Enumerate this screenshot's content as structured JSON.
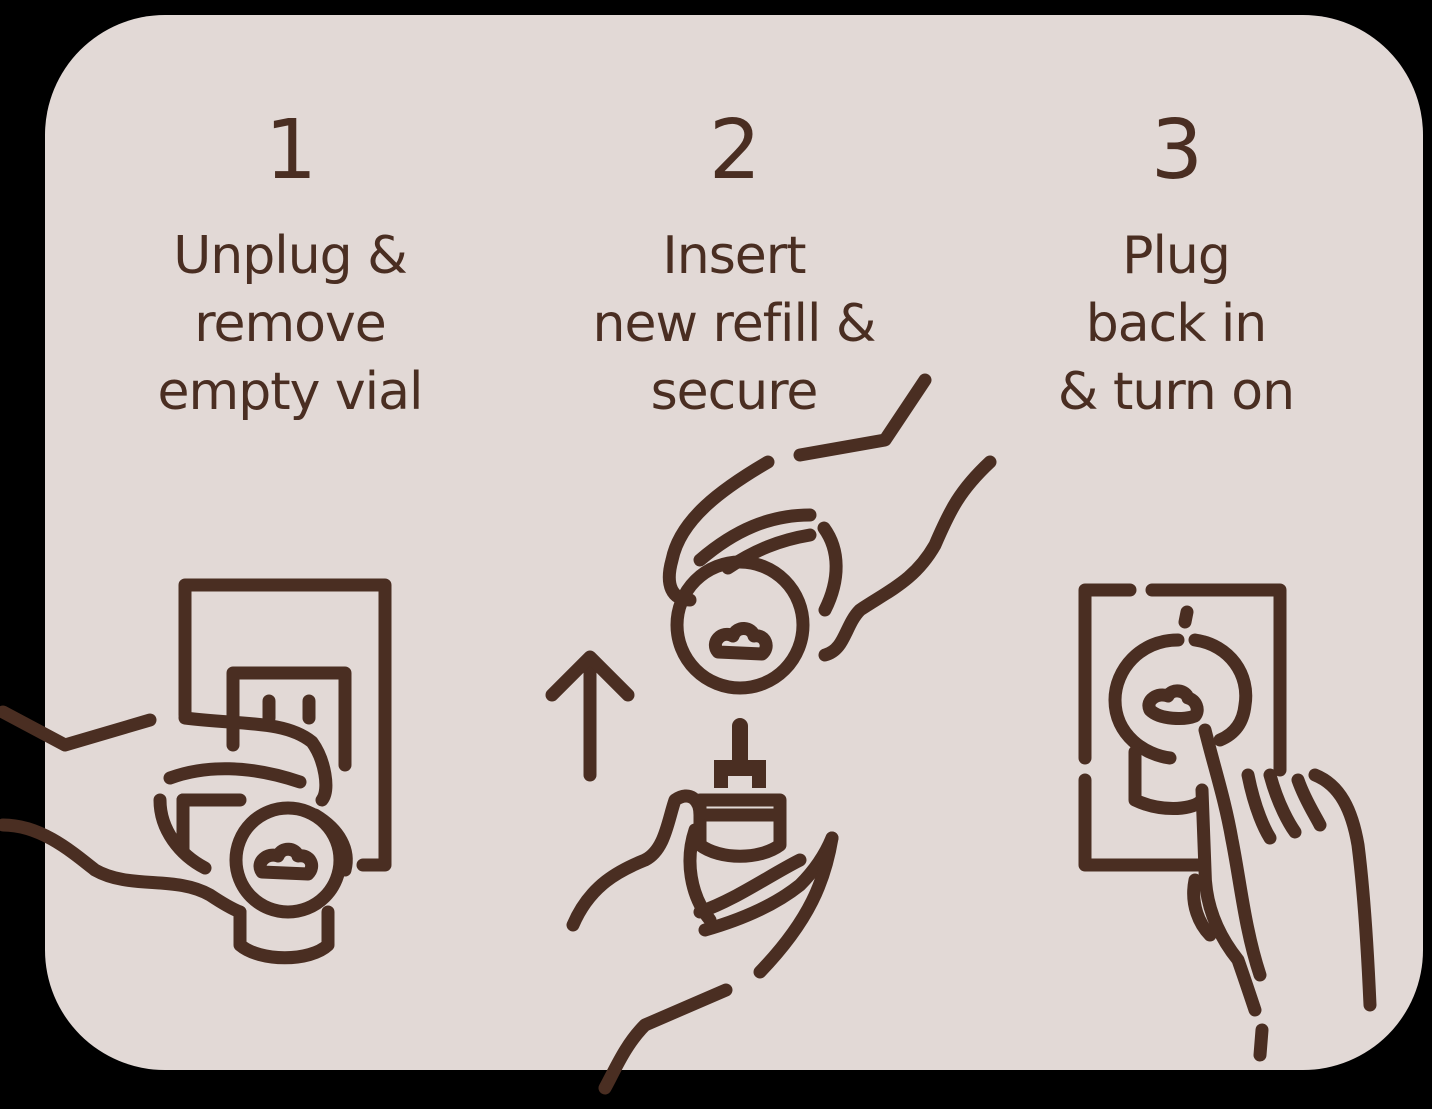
{
  "colors": {
    "background": "#000000",
    "card": "#e2d9d6",
    "ink": "#4a2e22"
  },
  "steps": [
    {
      "number": "1",
      "lines": [
        "Unplug &",
        "remove",
        "empty vial"
      ],
      "illustration": "hand-unplugging-diffuser-from-outlet-icon"
    },
    {
      "number": "2",
      "lines": [
        "Insert",
        "new refill &",
        "secure"
      ],
      "illustration": "hands-inserting-refill-vial-icon",
      "arrow": "arrow-up-icon"
    },
    {
      "number": "3",
      "lines": [
        "Plug",
        "back in",
        "& turn on"
      ],
      "illustration": "finger-pressing-diffuser-power-icon"
    }
  ]
}
